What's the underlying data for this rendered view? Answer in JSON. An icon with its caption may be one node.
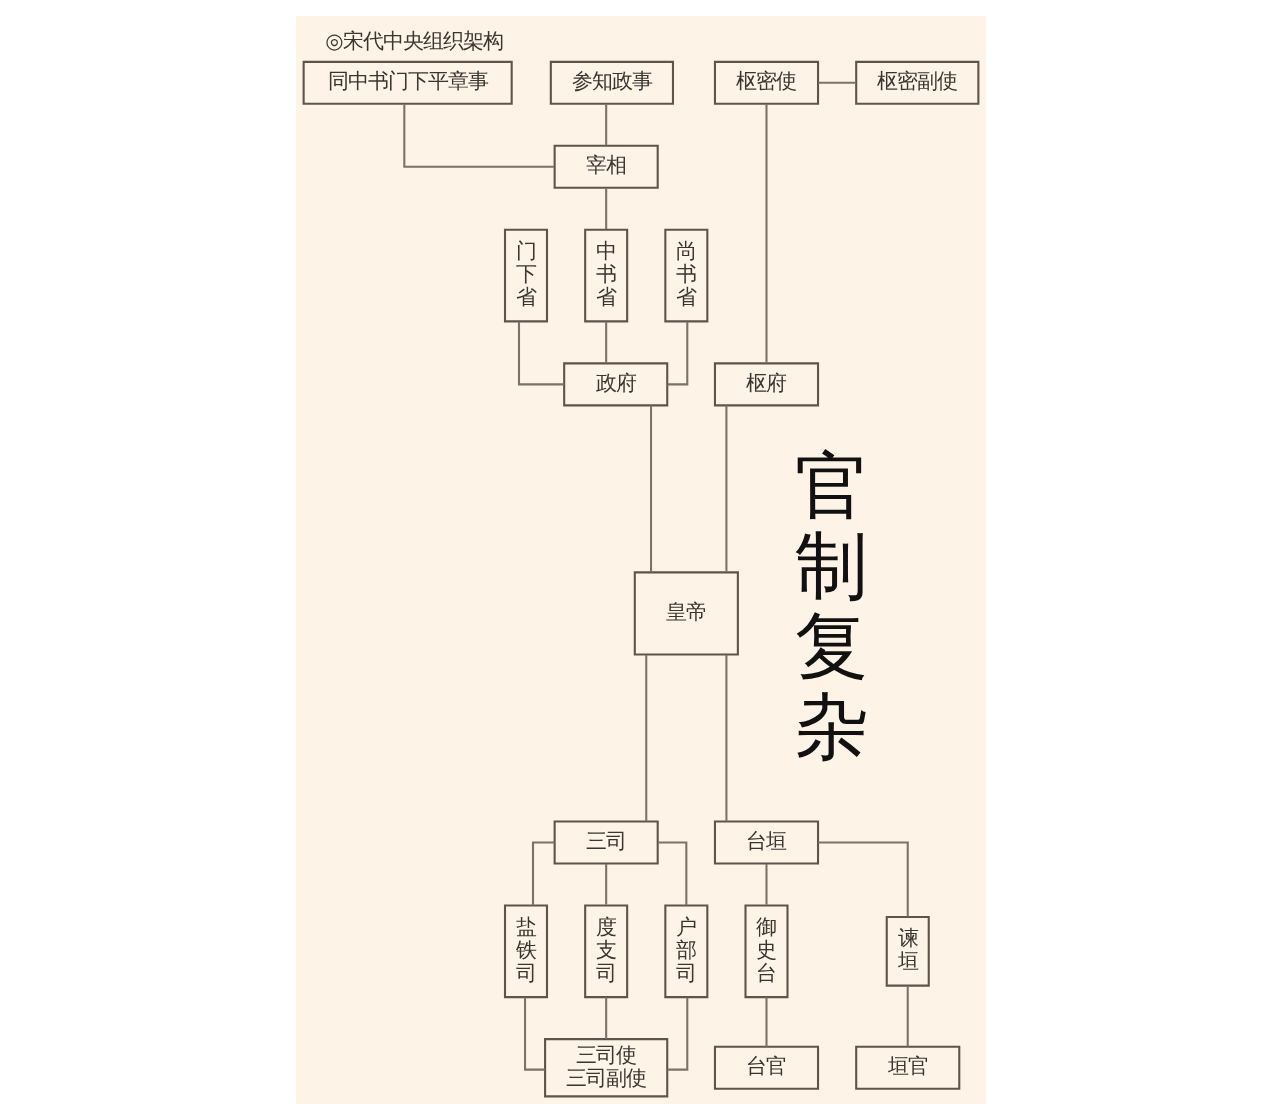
{
  "diagram": {
    "title": "◎宋代中央组织架构",
    "nodes": [
      {
        "text": [
          "同中书门下平章事"
        ]
      },
      {
        "text": [
          "参知政事"
        ]
      },
      {
        "text": [
          "枢密使"
        ]
      },
      {
        "text": [
          "枢密副使"
        ]
      },
      {
        "text": [
          "宰相"
        ]
      },
      {
        "text": [
          "门下省"
        ]
      },
      {
        "text": [
          "中书省"
        ]
      },
      {
        "text": [
          "尚书省"
        ]
      },
      {
        "text": [
          "政府"
        ]
      },
      {
        "text": [
          "枢府"
        ]
      },
      {
        "text": [
          "皇帝"
        ]
      },
      {
        "text": [
          "三司"
        ]
      },
      {
        "text": [
          "台垣"
        ]
      },
      {
        "text": [
          "盐铁司"
        ]
      },
      {
        "text": [
          "度支司"
        ]
      },
      {
        "text": [
          "户部司"
        ]
      },
      {
        "text": [
          "御史台"
        ]
      },
      {
        "text": [
          "谏垣"
        ]
      },
      {
        "text": [
          "三司使",
          "三司副使"
        ]
      },
      {
        "text": [
          "台官"
        ]
      },
      {
        "text": [
          "垣官"
        ]
      }
    ],
    "edges": [
      {
        "from": 0,
        "to": 4,
        "arrow": "none"
      },
      {
        "from": 1,
        "to": 4,
        "arrow": "none"
      },
      {
        "from": 2,
        "to": 3,
        "arrow": "none"
      },
      {
        "from": 4,
        "to": 6,
        "arrow": "none"
      },
      {
        "from": 5,
        "to": 8,
        "arrow": "none"
      },
      {
        "from": 6,
        "to": 8,
        "arrow": "none"
      },
      {
        "from": 7,
        "to": 8,
        "arrow": "none"
      },
      {
        "from": 2,
        "to": 9,
        "arrow": "none"
      },
      {
        "from": 8,
        "to": 10,
        "arrow": "none"
      },
      {
        "from": 9,
        "to": 10,
        "arrow": "none"
      },
      {
        "from": 10,
        "to": 11,
        "arrow": "none"
      },
      {
        "from": 10,
        "to": 12,
        "arrow": "none"
      },
      {
        "from": 11,
        "to": 13,
        "arrow": "none"
      },
      {
        "from": 11,
        "to": 14,
        "arrow": "none"
      },
      {
        "from": 11,
        "to": 15,
        "arrow": "none"
      },
      {
        "from": 12,
        "to": 16,
        "arrow": "none"
      },
      {
        "from": 12,
        "to": 17,
        "arrow": "none"
      },
      {
        "from": 13,
        "to": 18,
        "arrow": "none"
      },
      {
        "from": 14,
        "to": 18,
        "arrow": "none"
      },
      {
        "from": 15,
        "to": 18,
        "arrow": "none"
      },
      {
        "from": 16,
        "to": 19,
        "arrow": "none"
      },
      {
        "from": 17,
        "to": 20,
        "arrow": "none"
      }
    ],
    "labels": [
      "官制复杂"
    ]
  }
}
